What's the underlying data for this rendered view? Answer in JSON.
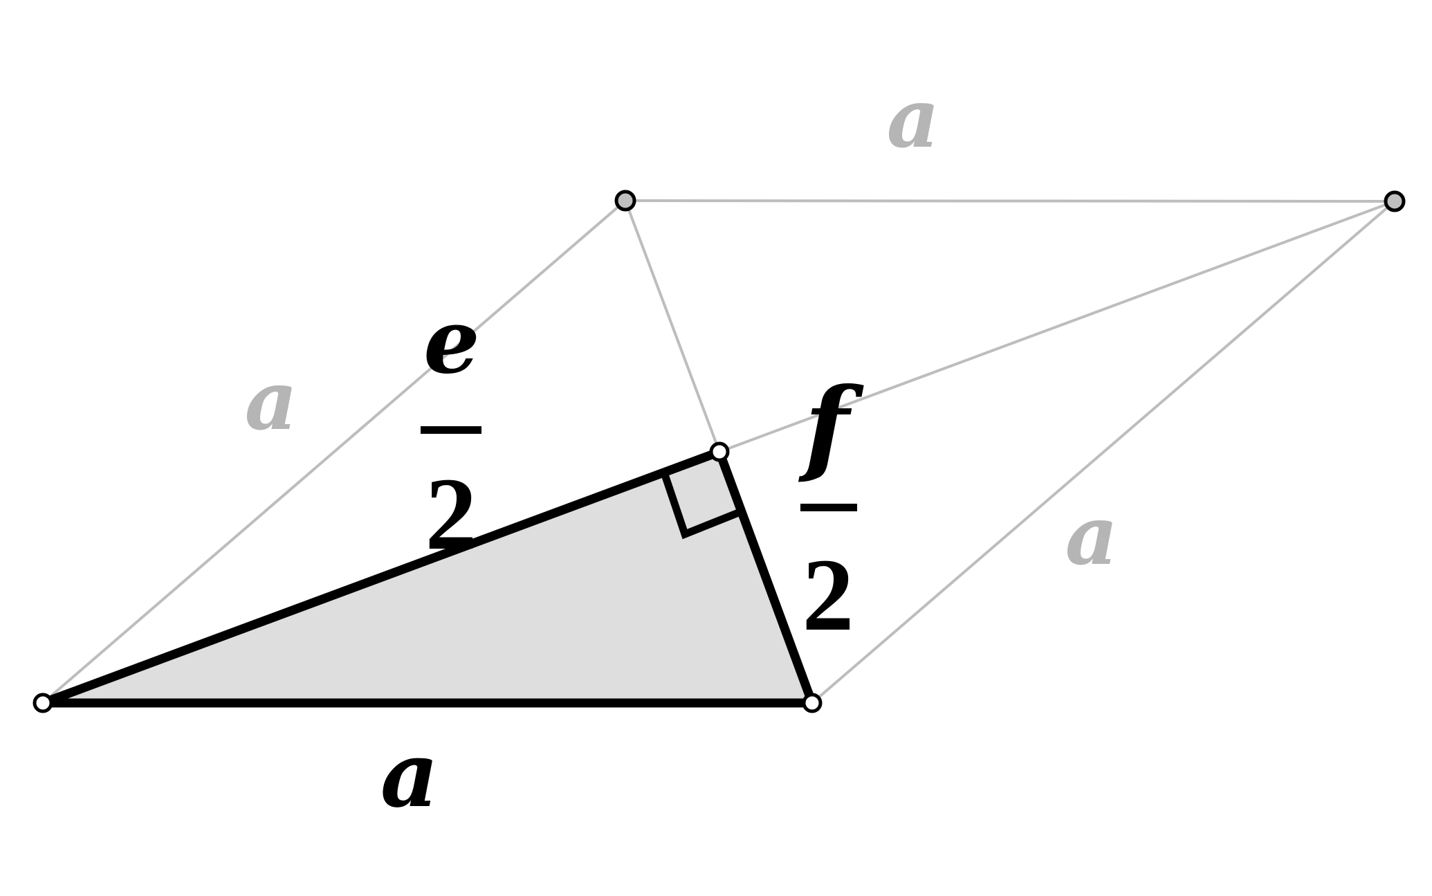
{
  "colors": {
    "background": "#ffffff",
    "primary": "#000000",
    "secondary": "#bdbdbd",
    "fill": "#dedede",
    "gray_vertex": "#c0c0c0",
    "white_vertex": "#ffffff"
  },
  "labels": {
    "side_top": "a",
    "side_left": "a",
    "side_right": "a",
    "side_bottom": "a",
    "half_e_numerator": "e",
    "half_e_denominator": "2",
    "half_f_numerator": "f",
    "half_f_denominator": "2"
  }
}
